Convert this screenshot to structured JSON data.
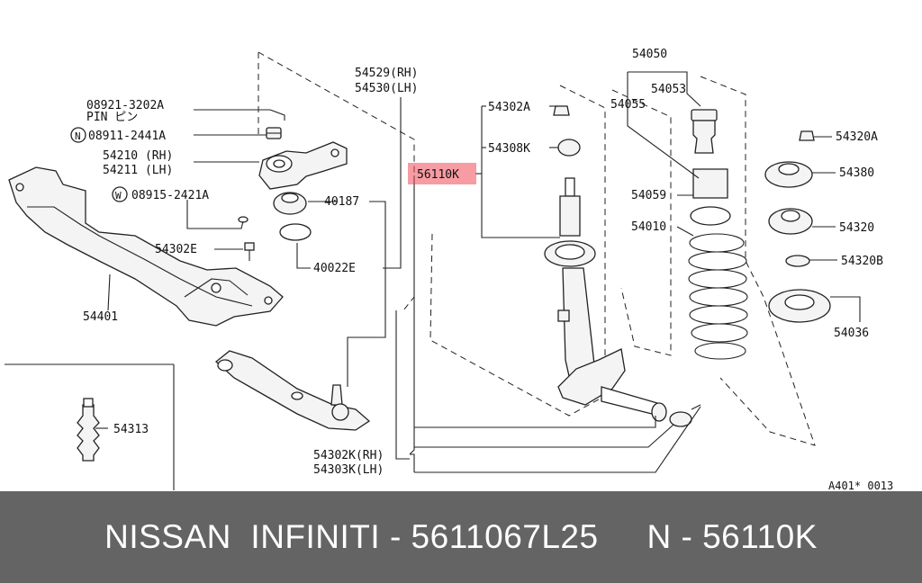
{
  "labels": {
    "p08921": "08921-3202A",
    "pin": "PIN ピン",
    "p08911": "08911-2441A",
    "n_mark": "N",
    "p54210": "54210 (RH)",
    "p54211": "54211 (LH)",
    "w_mark": "W",
    "p08915": "08915-2421A",
    "p54302E": "54302E",
    "p54401": "54401",
    "p54313": "54313",
    "p54529": "54529(RH)",
    "p54530": "54530(LH)",
    "p40187": "40187",
    "p40022E": "40022E",
    "p54302A": "54302A",
    "p54308K": "54308K",
    "p56110K": "56110K",
    "p54302K": "54302K(RH)",
    "p54303K": "54303K(LH)",
    "p54050": "54050",
    "p54053": "54053",
    "p54055": "54055",
    "p54059": "54059",
    "p54010": "54010",
    "p54320A": "54320A",
    "p54380": "54380",
    "p54320": "54320",
    "p54320B": "54320B",
    "p54036": "54036",
    "ref_code": "A401* 0013"
  },
  "highlight_color": "#ee4b55",
  "footer": {
    "text": "NISSAN  INFINITI - 5611067L25     N - 56110K",
    "background": "#646464"
  }
}
